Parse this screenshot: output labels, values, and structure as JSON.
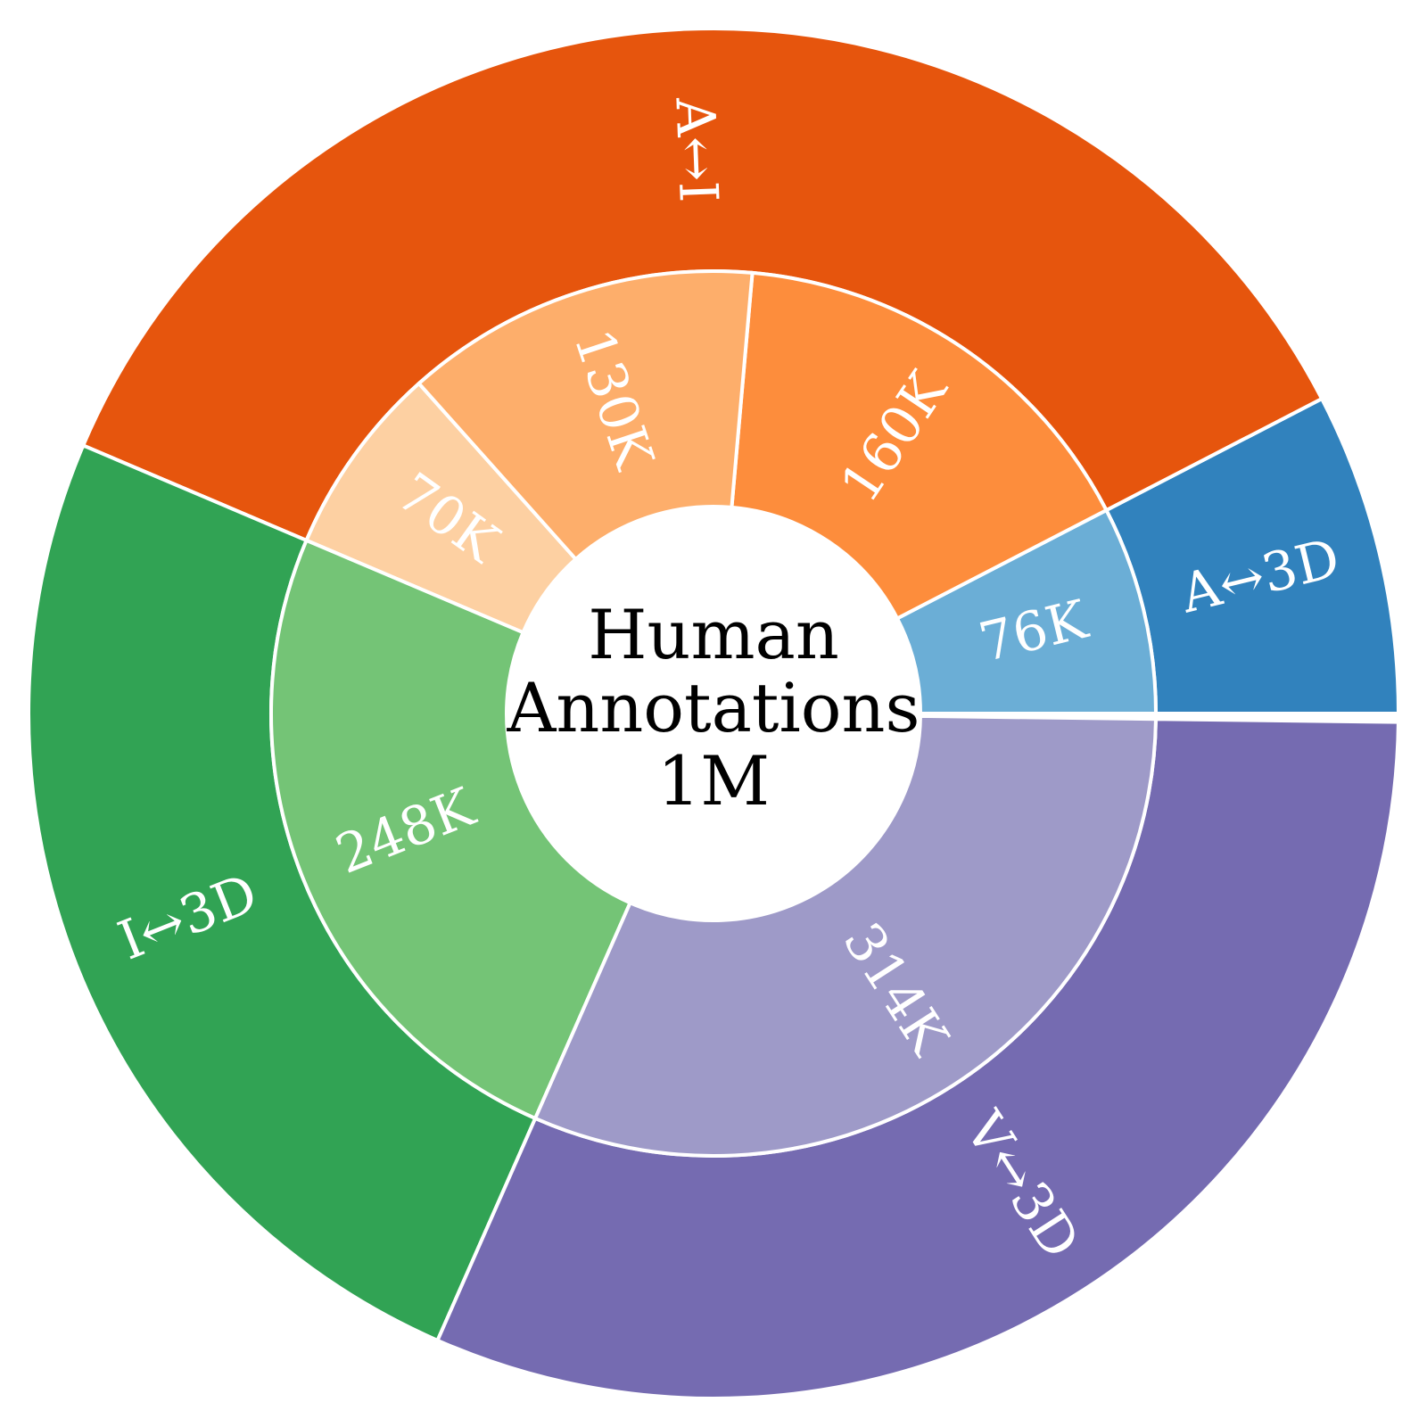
{
  "chart_data": {
    "type": "sunburst",
    "center": {
      "lines": [
        "Human",
        "Annotations",
        "1M"
      ]
    },
    "total": 1000000,
    "outer": [
      {
        "label": "A↔I",
        "value": 360000,
        "color": "#e6550d"
      },
      {
        "label": "A↔3D",
        "value": 76000,
        "color": "#3182bd"
      },
      {
        "label": "V↔3D",
        "value": 314000,
        "color": "#756bb1"
      },
      {
        "label": "I↔3D",
        "value": 248000,
        "color": "#31a354"
      }
    ],
    "inner": [
      {
        "label": "70K",
        "value": 70000,
        "parent": "A↔I",
        "color": "#fdd0a2"
      },
      {
        "label": "130K",
        "value": 130000,
        "parent": "A↔I",
        "color": "#fdae6b"
      },
      {
        "label": "160K",
        "value": 160000,
        "parent": "A↔I",
        "color": "#fd8d3c"
      },
      {
        "label": "76K",
        "value": 76000,
        "parent": "A↔3D",
        "color": "#6baed6"
      },
      {
        "label": "314K",
        "value": 314000,
        "parent": "V↔3D",
        "color": "#9e9ac8"
      },
      {
        "label": "248K",
        "value": 248000,
        "parent": "I↔3D",
        "color": "#74c476"
      }
    ]
  }
}
